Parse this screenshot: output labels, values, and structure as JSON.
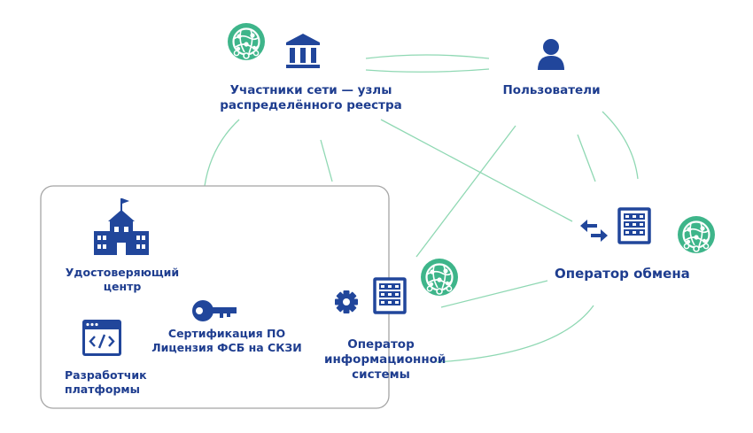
{
  "colors": {
    "primary": "#21469b",
    "accent": "#3eb58a",
    "line": "#8fd8b3",
    "border": "#a5a5a5"
  },
  "nodes": {
    "participants": {
      "label_line1": "Участники сети — узлы",
      "label_line2": "распределённого реестра",
      "icons": [
        "network-globe-icon",
        "institution-icon"
      ]
    },
    "users": {
      "label": "Пользователи",
      "icons": [
        "user-icon"
      ]
    },
    "exchange_operator": {
      "label": "Оператор обмена",
      "icons": [
        "exchange-arrows-icon",
        "office-building-icon",
        "network-globe-icon"
      ]
    },
    "is_operator": {
      "label_line1": "Оператор",
      "label_line2": "информационной",
      "label_line3": "системы",
      "icons": [
        "gear-icon",
        "office-building-icon",
        "network-globe-icon"
      ]
    },
    "certification_center": {
      "label_line1": "Удостоверяющий",
      "label_line2": "центр",
      "icons": [
        "school-building-icon"
      ]
    },
    "certification": {
      "label_line1": "Сертификация ПО",
      "label_line2": "Лицензия ФСБ на СКЗИ",
      "icons": [
        "key-icon"
      ]
    },
    "developer": {
      "label_line1": "Разработчик",
      "label_line2": "платформы",
      "icons": [
        "code-window-icon"
      ]
    }
  }
}
